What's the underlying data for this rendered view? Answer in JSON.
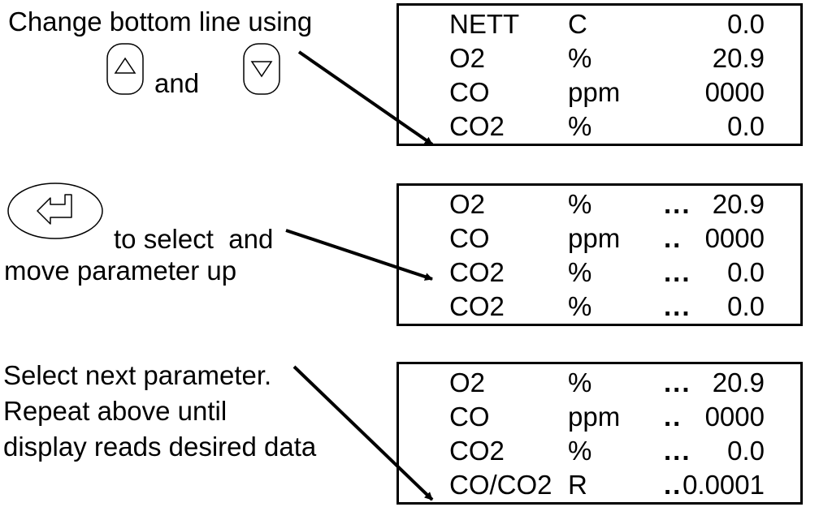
{
  "instructions": {
    "step1_line1": "Change bottom line using",
    "step1_and": "and",
    "step2_line1": "to select  and",
    "step2_line2": "move parameter up",
    "step3_line1": "Select next parameter.",
    "step3_line2": "Repeat above until",
    "step3_line3": "display reads desired data"
  },
  "icons": {
    "up_button": "up-triangle-icon",
    "down_button": "down-triangle-icon",
    "enter_button": "enter-arrow-icon"
  },
  "displays": [
    {
      "rows": [
        {
          "name": "NETT",
          "unit": "C",
          "dots": "",
          "value": "0.0"
        },
        {
          "name": "O2",
          "unit": "%",
          "dots": "",
          "value": "20.9"
        },
        {
          "name": "CO",
          "unit": "ppm",
          "dots": "",
          "value": "0000"
        },
        {
          "name": "CO2",
          "unit": "%",
          "dots": "",
          "value": "0.0"
        }
      ]
    },
    {
      "rows": [
        {
          "name": "O2",
          "unit": "%",
          "dots": "...",
          "value": "20.9"
        },
        {
          "name": "CO",
          "unit": "ppm",
          "dots": "..",
          "value": "0000"
        },
        {
          "name": "CO2",
          "unit": "%",
          "dots": "...",
          "value": "0.0"
        },
        {
          "name": "CO2",
          "unit": "%",
          "dots": "...",
          "value": "0.0"
        }
      ]
    },
    {
      "rows": [
        {
          "name": "O2",
          "unit": "%",
          "dots": "...",
          "value": "20.9"
        },
        {
          "name": "CO",
          "unit": "ppm",
          "dots": "..",
          "value": "0000"
        },
        {
          "name": "CO2",
          "unit": "%",
          "dots": "...",
          "value": "0.0"
        },
        {
          "name": "CO/CO2",
          "unit": "R",
          "dots": "..",
          "value": "0.0001"
        }
      ]
    }
  ]
}
